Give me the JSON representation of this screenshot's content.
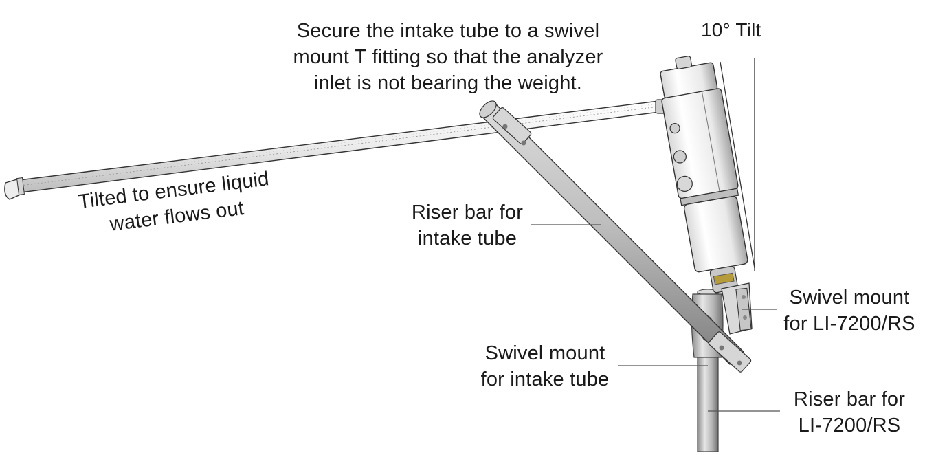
{
  "tilt_label": "10° Tilt",
  "callouts": {
    "secure_note": [
      "Secure the intake tube to a swivel",
      "mount T fitting so that the analyzer",
      "inlet is not bearing the weight."
    ],
    "tilted_note": [
      "Tilted to ensure liquid",
      "water flows out"
    ],
    "riser_intake": [
      "Riser bar for",
      "intake tube"
    ],
    "swivel_analyzer": [
      "Swivel mount",
      "for LI-7200/RS"
    ],
    "swivel_intake": [
      "Swivel mount",
      "for intake tube"
    ],
    "riser_analyzer": [
      "Riser bar for",
      "LI-7200/RS"
    ]
  },
  "colors": {
    "text": "#1a1a1a",
    "leader_line": "#555555",
    "metal_light": "#f2f2f2",
    "metal_mid": "#bdbdbd",
    "metal_dark": "#7a7a7a",
    "outline": "#333333"
  }
}
